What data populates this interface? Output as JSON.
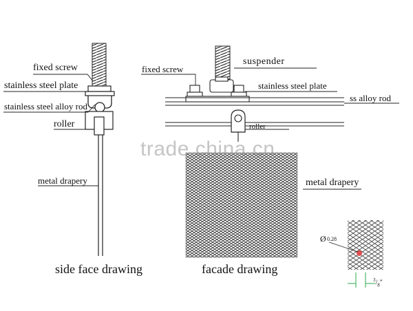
{
  "side_view": {
    "fixed_screw": "fixed screw",
    "stainless_steel_plate": "stainless steel plate",
    "stainless_steel_alloy_rod": "stainless steel alloy rod",
    "roller": "roller",
    "metal_drapery": "metal drapery",
    "caption": "side face drawing"
  },
  "facade_view": {
    "suspender": "suspender",
    "fixed_screw": "fixed screw",
    "stainless_steel_plate": "stainless steel plate",
    "ss_alloy_rod": "ss alloy rod",
    "roller": "roller",
    "metal_drapery": "metal drapery",
    "caption": "facade drawing"
  },
  "detail": {
    "diameter_symbol": "Ø",
    "diameter_value": "0.28",
    "spacing_numerator": "3",
    "spacing_denominator": "8",
    "spacing_unit": "\""
  },
  "watermark": "trade.china.cn",
  "colors": {
    "line": "#222222",
    "mesh": "#4a4a4a",
    "highlight": "#e05050",
    "dimension": "#2aa84a",
    "watermark": "#9a9a9a"
  }
}
